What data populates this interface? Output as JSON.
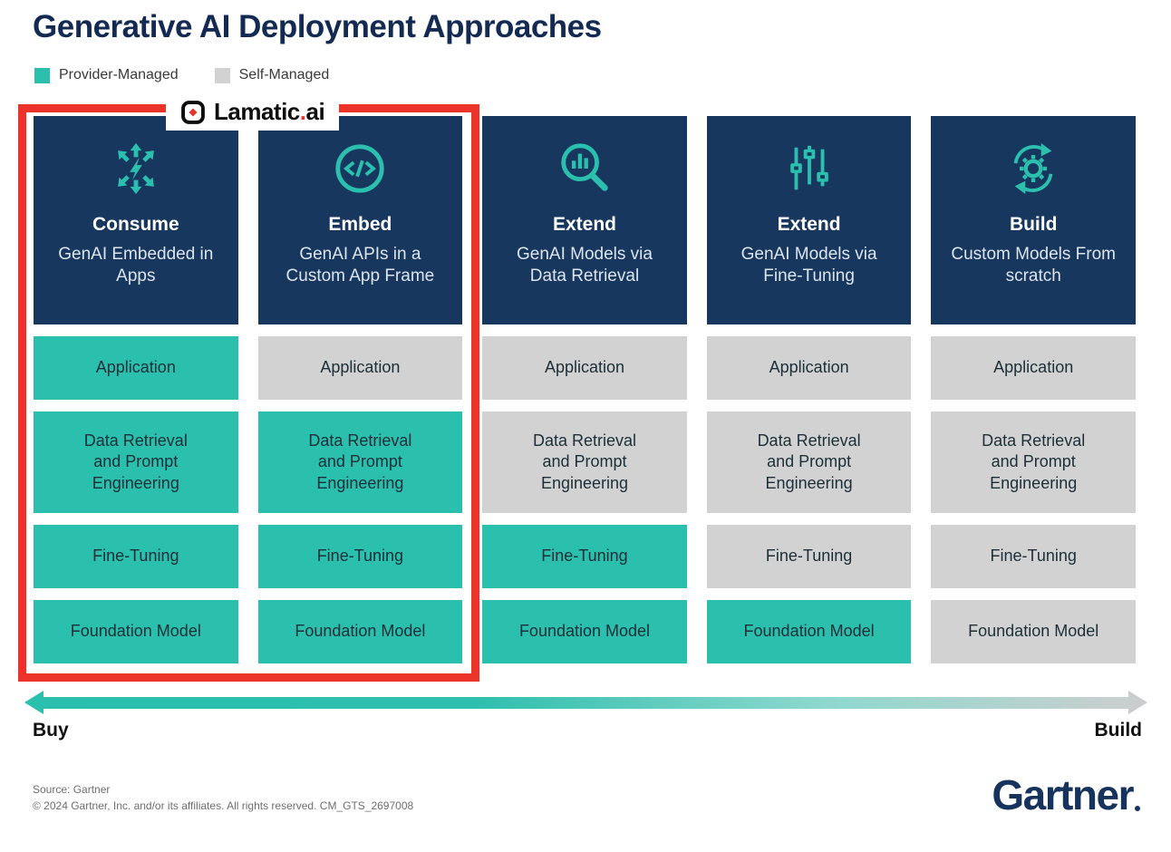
{
  "title": "Generative AI Deployment Approaches",
  "legend": {
    "provider_label": "Provider-Managed",
    "self_label": "Self-Managed"
  },
  "brand_overlay": {
    "name": "Lamatic",
    "dot": ".",
    "suffix": "ai"
  },
  "columns": [
    {
      "icon": "spread-arrows-icon",
      "title": "Consume",
      "subtitle": "GenAI Embedded in Apps"
    },
    {
      "icon": "code-circle-icon",
      "title": "Embed",
      "subtitle": "GenAI APIs in a Custom App Frame"
    },
    {
      "icon": "search-chart-icon",
      "title": "Extend",
      "subtitle": "GenAI Models via Data Retrieval"
    },
    {
      "icon": "sliders-icon",
      "title": "Extend",
      "subtitle": "GenAI Models via Fine-Tuning"
    },
    {
      "icon": "gear-cycle-icon",
      "title": "Build",
      "subtitle": "Custom Models From scratch"
    }
  ],
  "rows": [
    "Application",
    "Data Retrieval and Prompt Engineering",
    "Fine-Tuning",
    "Foundation Model"
  ],
  "matrix": [
    [
      "provider",
      "self",
      "self",
      "self",
      "self"
    ],
    [
      "provider",
      "provider",
      "self",
      "self",
      "self"
    ],
    [
      "provider",
      "provider",
      "provider",
      "self",
      "self"
    ],
    [
      "provider",
      "provider",
      "provider",
      "provider",
      "self"
    ]
  ],
  "axis": {
    "left": "Buy",
    "right": "Build"
  },
  "footer": {
    "source_line1": "Source: Gartner",
    "source_line2": "© 2024 Gartner, Inc. and/or its affiliates. All rights reserved. CM_GTS_2697008",
    "logo": "Gartner"
  },
  "colors": {
    "provider_teal": "#2BBFAD",
    "self_gray": "#D2D2D2",
    "header_navy": "#17375F",
    "highlight_red": "#EC3329",
    "title_navy": "#132A52",
    "gartner_navy": "#16335E"
  }
}
